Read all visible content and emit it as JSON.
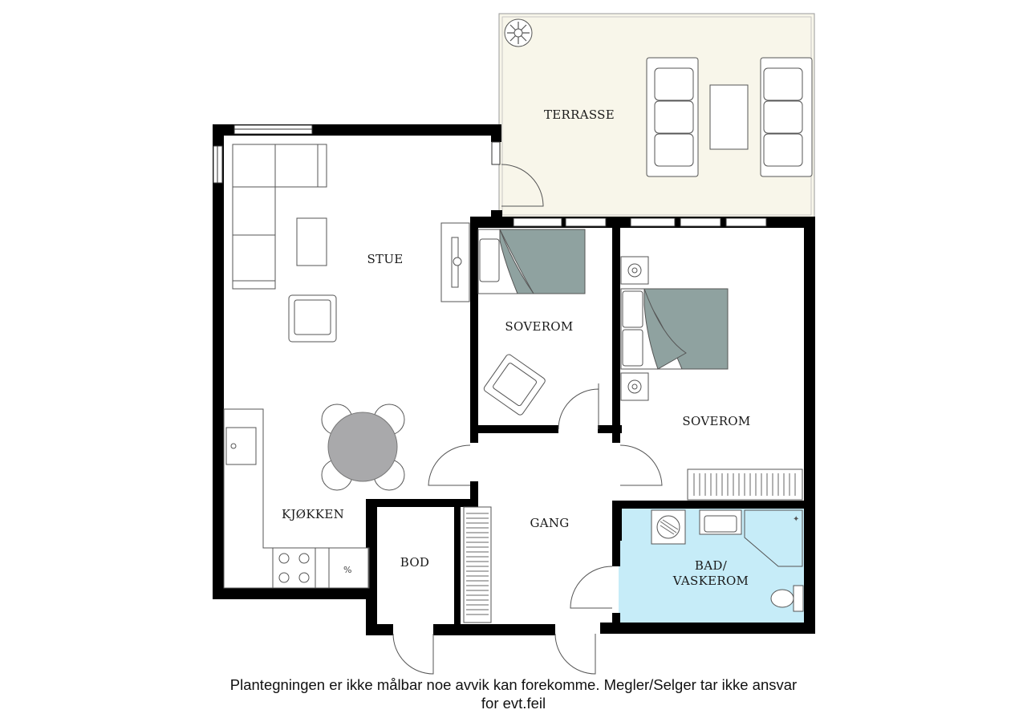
{
  "rooms": {
    "terrasse": "TERRASSE",
    "stue": "STUE",
    "soverom_small": "SOVEROM",
    "soverom_large": "SOVEROM",
    "kjokken": "KJØKKEN",
    "gang": "GANG",
    "bod": "BOD",
    "bad_line1": "BAD/",
    "bad_line2": "VASKEROM"
  },
  "disclaimer": {
    "line1": "Plantegningen er ikke målbar noe avvik kan forekomme. Megler/Selger tar ikke ansvar",
    "line2": "for evt.feil"
  },
  "colors": {
    "terrace_fill": "#f8f6ea",
    "bath_fill": "#c6ecf8",
    "bed_cover": "#8fa2a0",
    "table_fill": "#a9a9ab",
    "wall": "#000000"
  }
}
